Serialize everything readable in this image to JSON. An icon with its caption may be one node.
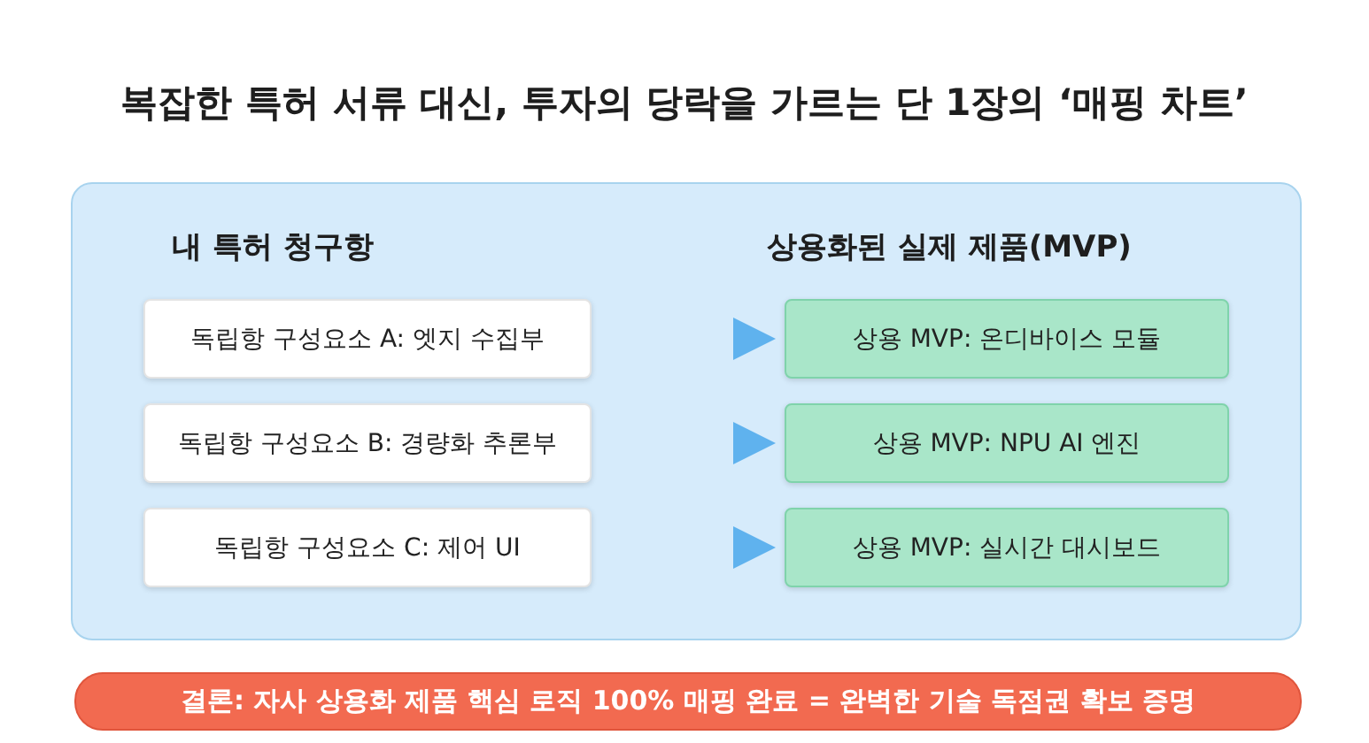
{
  "diagram": {
    "title": "복잡한 특허 서류 대신, 투자의 당락을 가르는 단 1장의 ‘매핑 차트’",
    "nodes": [
      {
        "text": [
          "내 특허 청구항",
          "상용화된 실제 제품(MVP)"
        ]
      },
      {
        "text": [
          "독립항 구성요소 A: 엣지 수집부"
        ],
        "in": 0
      },
      {
        "text": [
          "상용 MVP: 온디바이스 모듈"
        ],
        "in": 0
      },
      {
        "text": [
          "독립항 구성요소 B: 경량화 추론부"
        ],
        "in": 0
      },
      {
        "text": [
          "상용 MVP: NPU AI 엔진"
        ],
        "in": 0
      },
      {
        "text": [
          "독립항 구성요소 C: 제어 UI"
        ],
        "in": 0
      },
      {
        "text": [
          "상용 MVP: 실시간 대시보드"
        ],
        "in": 0
      },
      {
        "text": [
          "결론: 자사 상용화 제품 핵심 로직 100% 매핑 완료 = 완벽한 기술 독점권 확보 증명"
        ]
      }
    ],
    "edges": [
      {
        "from": 1,
        "to": 2,
        "arrow": "to"
      },
      {
        "from": 3,
        "to": 4,
        "arrow": "to"
      },
      {
        "from": 5,
        "to": 6,
        "arrow": "to"
      }
    ]
  }
}
